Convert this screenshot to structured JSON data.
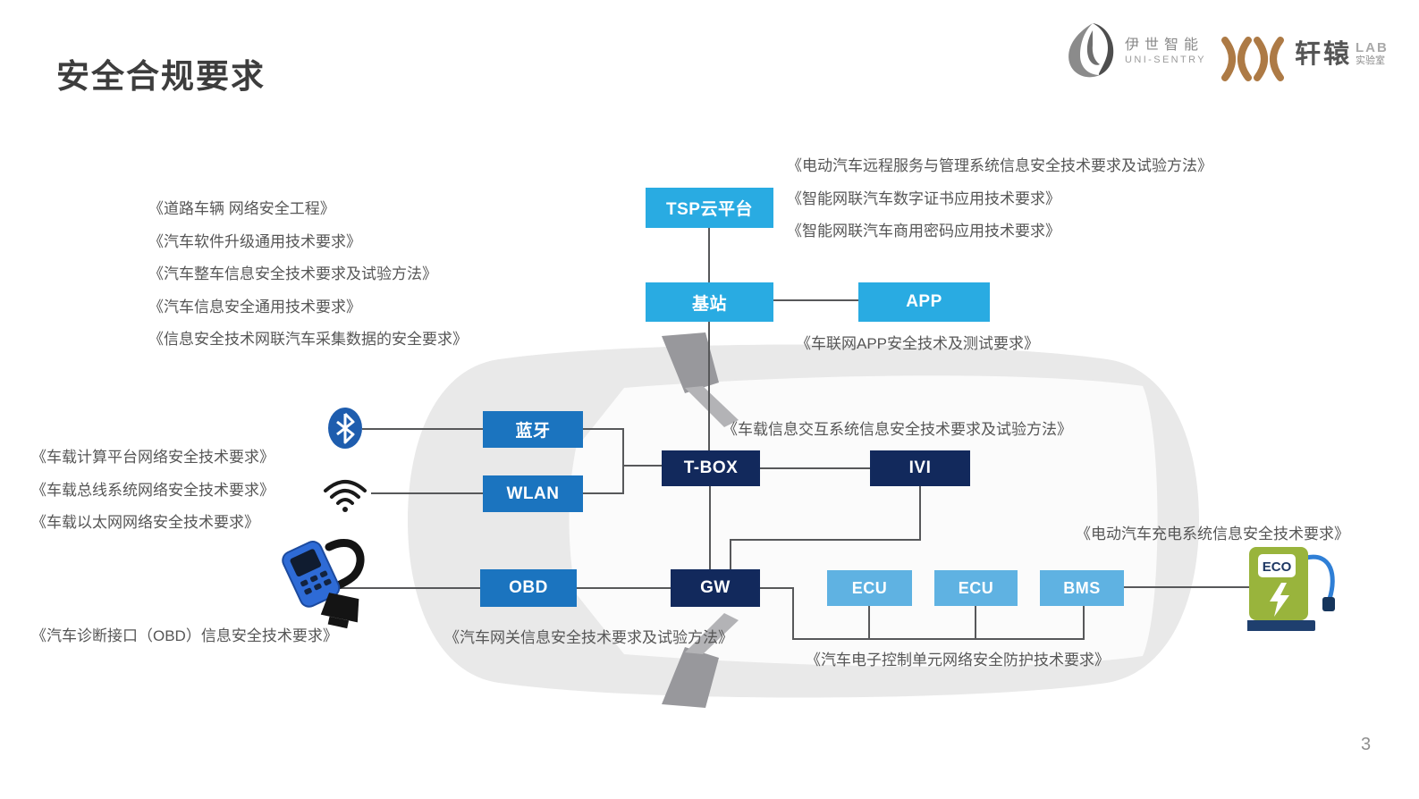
{
  "slide": {
    "title": "安全合规要求",
    "page_number": "3"
  },
  "logos": {
    "unisentry_cn": "伊世智能",
    "unisentry_en": "UNI-SENTRY",
    "xuanyuan_cn": "轩辕",
    "xuanyuan_lab": "LAB",
    "xuanyuan_sub": "实验室"
  },
  "standards": {
    "top_right": [
      "《电动汽车远程服务与管理系统信息安全技术要求及试验方法》",
      "《智能网联汽车数字证书应用技术要求》",
      "《智能网联汽车商用密码应用技术要求》"
    ],
    "left": [
      "《道路车辆 网络安全工程》",
      "《汽车软件升级通用技术要求》",
      "《汽车整车信息安全技术要求及试验方法》",
      "《汽车信息安全通用技术要求》",
      "《信息安全技术网联汽车采集数据的安全要求》"
    ],
    "left_mid": [
      "《车载计算平台网络安全技术要求》",
      "《车载总线系统网络安全技术要求》",
      "《车载以太网网络安全技术要求》"
    ],
    "app": "《车联网APP安全技术及测试要求》",
    "ivi": "《车载信息交互系统信息安全技术要求及试验方法》",
    "charging": "《电动汽车充电系统信息安全技术要求》",
    "obd": "《汽车诊断接口（OBD）信息安全技术要求》",
    "gateway": "《汽车网关信息安全技术要求及试验方法》",
    "ecu": "《汽车电子控制单元网络安全防护技术要求》"
  },
  "nodes": {
    "tsp": "TSP云平台",
    "base_station": "基站",
    "app": "APP",
    "bluetooth": "蓝牙",
    "wlan": "WLAN",
    "tbox": "T-BOX",
    "ivi": "IVI",
    "obd": "OBD",
    "gw": "GW",
    "ecu1": "ECU",
    "ecu2": "ECU",
    "bms": "BMS"
  },
  "icons": {
    "eco_label": "ECO"
  },
  "colors": {
    "cyan": "#29abe2",
    "blue": "#1b74bf",
    "navy": "#12295c",
    "light_blue": "#5fb2e2",
    "text": "#565656",
    "line": "#57585a"
  }
}
